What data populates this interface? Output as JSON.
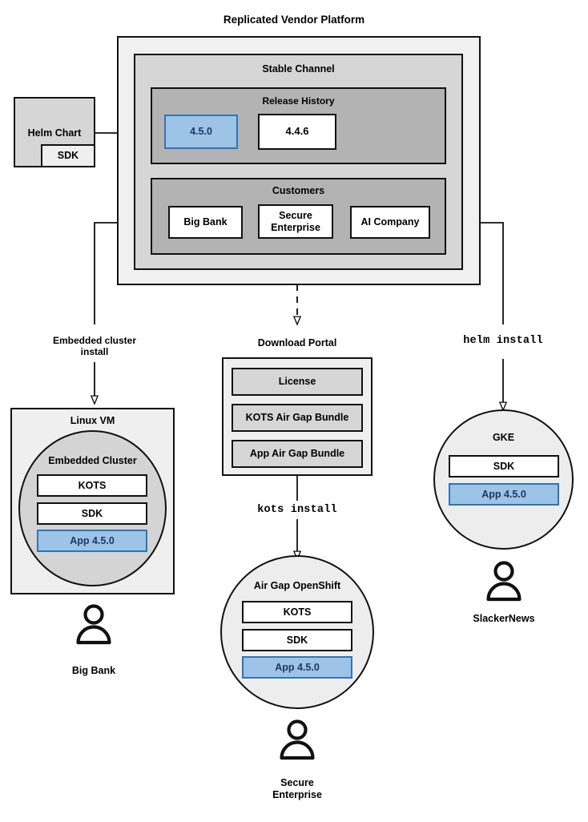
{
  "diagram": {
    "title": "Replicated Vendor Platform",
    "platform": {
      "stable_channel": {
        "title": "Stable Channel",
        "release_history": {
          "title": "Release History",
          "releases": [
            {
              "version": "4.5.0",
              "state": "current"
            },
            {
              "version": "4.4.6",
              "state": "previous"
            }
          ]
        },
        "customers": {
          "title": "Customers",
          "items": [
            {
              "name": "Big Bank"
            },
            {
              "name": "Secure\nEnterprise"
            },
            {
              "name": "AI Company"
            }
          ]
        }
      }
    },
    "source": {
      "helm_chart_label": "Helm Chart",
      "sdk_label": "SDK"
    },
    "download_portal": {
      "title": "Download Portal",
      "artifacts": [
        "License",
        "KOTS Air Gap Bundle",
        "App Air Gap Bundle"
      ]
    },
    "install_paths": [
      {
        "id": "embedded",
        "label": "Embedded cluster\ninstall",
        "style": "plain"
      },
      {
        "id": "kots",
        "label": "kots install",
        "style": "mono"
      },
      {
        "id": "helm",
        "label": "helm install",
        "style": "mono"
      }
    ],
    "targets": [
      {
        "id": "linux-vm",
        "outer_label": "Linux VM",
        "inner_label": "Embedded Cluster",
        "components": [
          {
            "label": "KOTS",
            "highlight": false
          },
          {
            "label": "SDK",
            "highlight": false
          },
          {
            "label": "App 4.5.0",
            "highlight": true
          }
        ],
        "customer": "Big Bank"
      },
      {
        "id": "air-gap-openshift",
        "outer_label": "Air Gap OpenShift",
        "inner_label": "",
        "components": [
          {
            "label": "KOTS",
            "highlight": false
          },
          {
            "label": "SDK",
            "highlight": false
          },
          {
            "label": "App 4.5.0",
            "highlight": true
          }
        ],
        "customer": "Secure\nEnterprise"
      },
      {
        "id": "gke",
        "outer_label": "GKE",
        "inner_label": "",
        "components": [
          {
            "label": "SDK",
            "highlight": false
          },
          {
            "label": "App 4.5.0",
            "highlight": true
          }
        ],
        "customer": "SlackerNews"
      }
    ],
    "colors": {
      "highlight_fill": "#9dc3e6",
      "highlight_border": "#2e75b6",
      "highlight_text": "#1f3864",
      "shell_outer": "#f0f0f0",
      "shell_mid": "#d6d6d6",
      "shell_inner": "#b3b3b3",
      "stroke": "#111111"
    }
  }
}
